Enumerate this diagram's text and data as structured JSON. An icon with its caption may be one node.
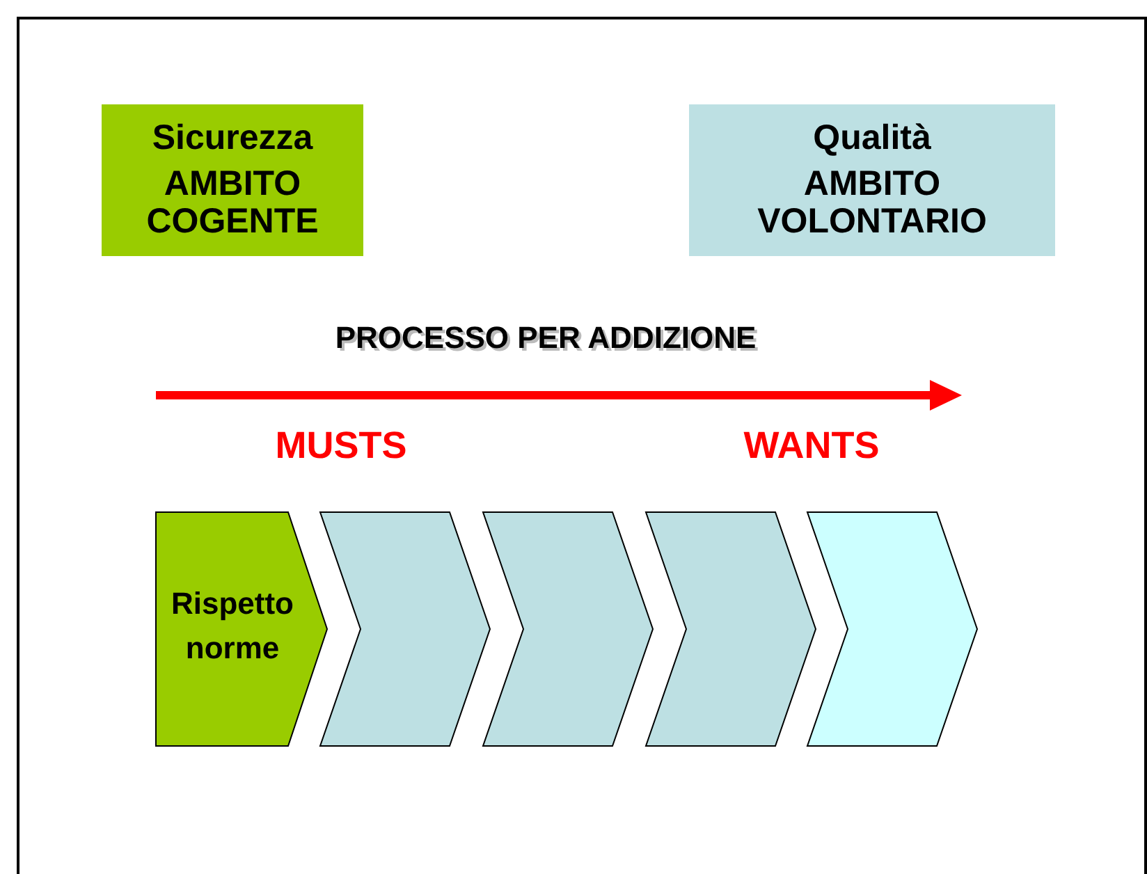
{
  "diagram": {
    "nodes": [
      {
        "text": [
          "Sicurezza",
          "AMBITO COGENTE"
        ]
      },
      {
        "text": [
          "Qualità",
          "AMBITO VOLONTARIO"
        ]
      },
      {
        "text": [
          "Rispetto norme"
        ]
      },
      {
        "text": [],
        "shape": "chevron"
      },
      {
        "text": [],
        "shape": "chevron"
      },
      {
        "text": [],
        "shape": "chevron"
      },
      {
        "text": [],
        "shape": "chevron"
      }
    ],
    "labels": [
      "PROCESSO PER ADDIZIONE",
      "MUSTS",
      "WANTS"
    ]
  }
}
